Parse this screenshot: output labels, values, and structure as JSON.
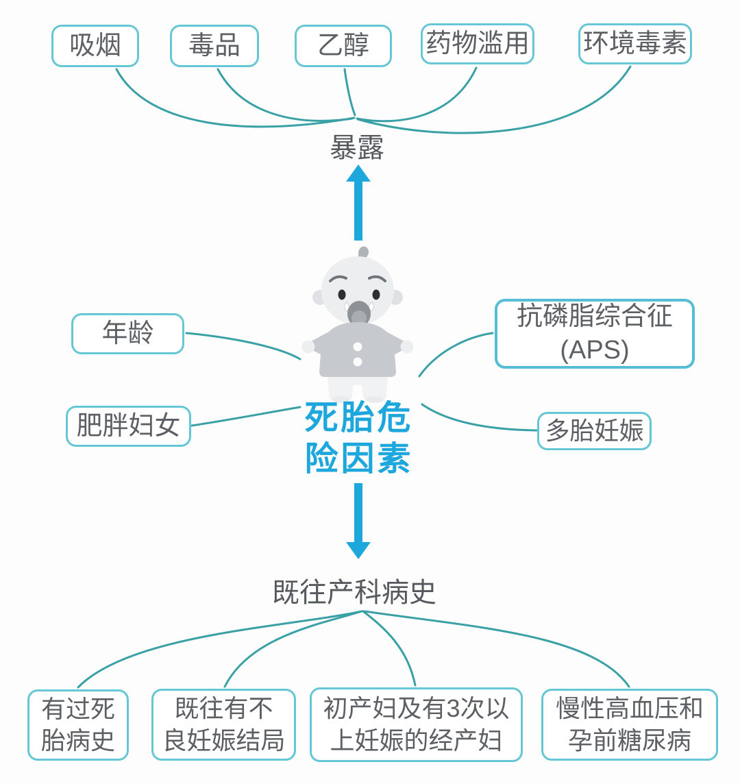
{
  "diagram": {
    "center": {
      "title_line1": "死胎危",
      "title_line2": "险因素"
    },
    "top_branch": {
      "label": "暴露",
      "items": [
        {
          "label": "吸烟"
        },
        {
          "label": "毒品"
        },
        {
          "label": "乙醇"
        },
        {
          "label": "药物滥用"
        },
        {
          "label": "环境毒素"
        }
      ]
    },
    "left_branch": {
      "items": [
        {
          "label": "年龄"
        },
        {
          "label": "肥胖妇女"
        }
      ]
    },
    "right_branch": {
      "items": [
        {
          "line1": "抗磷脂综合征",
          "line2": "(APS)"
        },
        {
          "label": "多胎妊娠"
        }
      ]
    },
    "bottom_branch": {
      "label": "既往产科病史",
      "items": [
        {
          "line1": "有过死",
          "line2": "胎病史"
        },
        {
          "line1": "既往有不",
          "line2": "良妊娠结局"
        },
        {
          "line1": "初产妇及有3次以",
          "line2": "上妊娠的经产妇"
        },
        {
          "line1": "慢性高血压和",
          "line2": "孕前糖尿病"
        }
      ]
    },
    "illustration": {
      "name": "crying-baby"
    },
    "palette": {
      "accent_blue": "#1ea7dc",
      "connector_teal": "#39a0a6",
      "box_border_cyan": "#66c7d4",
      "text_gray": "#5c6064"
    }
  }
}
